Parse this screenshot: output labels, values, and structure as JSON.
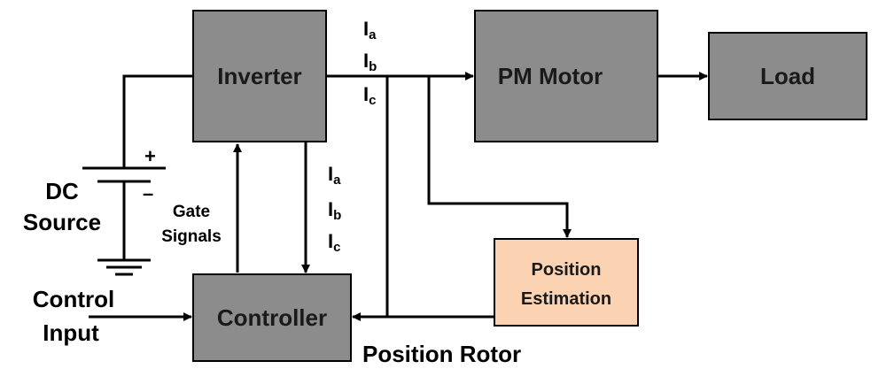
{
  "colors": {
    "block_fill": "#8c8c8c",
    "estimator_fill": "#fbd3b2",
    "line": "#000000"
  },
  "blocks": {
    "inverter": "Inverter",
    "pm_motor": "PM Motor",
    "load": "Load",
    "controller": "Controller",
    "position_estimation_line1": "Position",
    "position_estimation_line2": "Estimation"
  },
  "labels": {
    "dc_source_line1": "DC",
    "dc_source_line2": "Source",
    "gate_signals_line1": "Gate",
    "gate_signals_line2": "Signals",
    "control_input_line1": "Control",
    "control_input_line2": "Input",
    "position_rotor": "Position Rotor",
    "battery_plus": "+",
    "battery_minus": "–"
  },
  "currents": {
    "symbol": "I",
    "subscripts": [
      "a",
      "b",
      "c"
    ]
  }
}
